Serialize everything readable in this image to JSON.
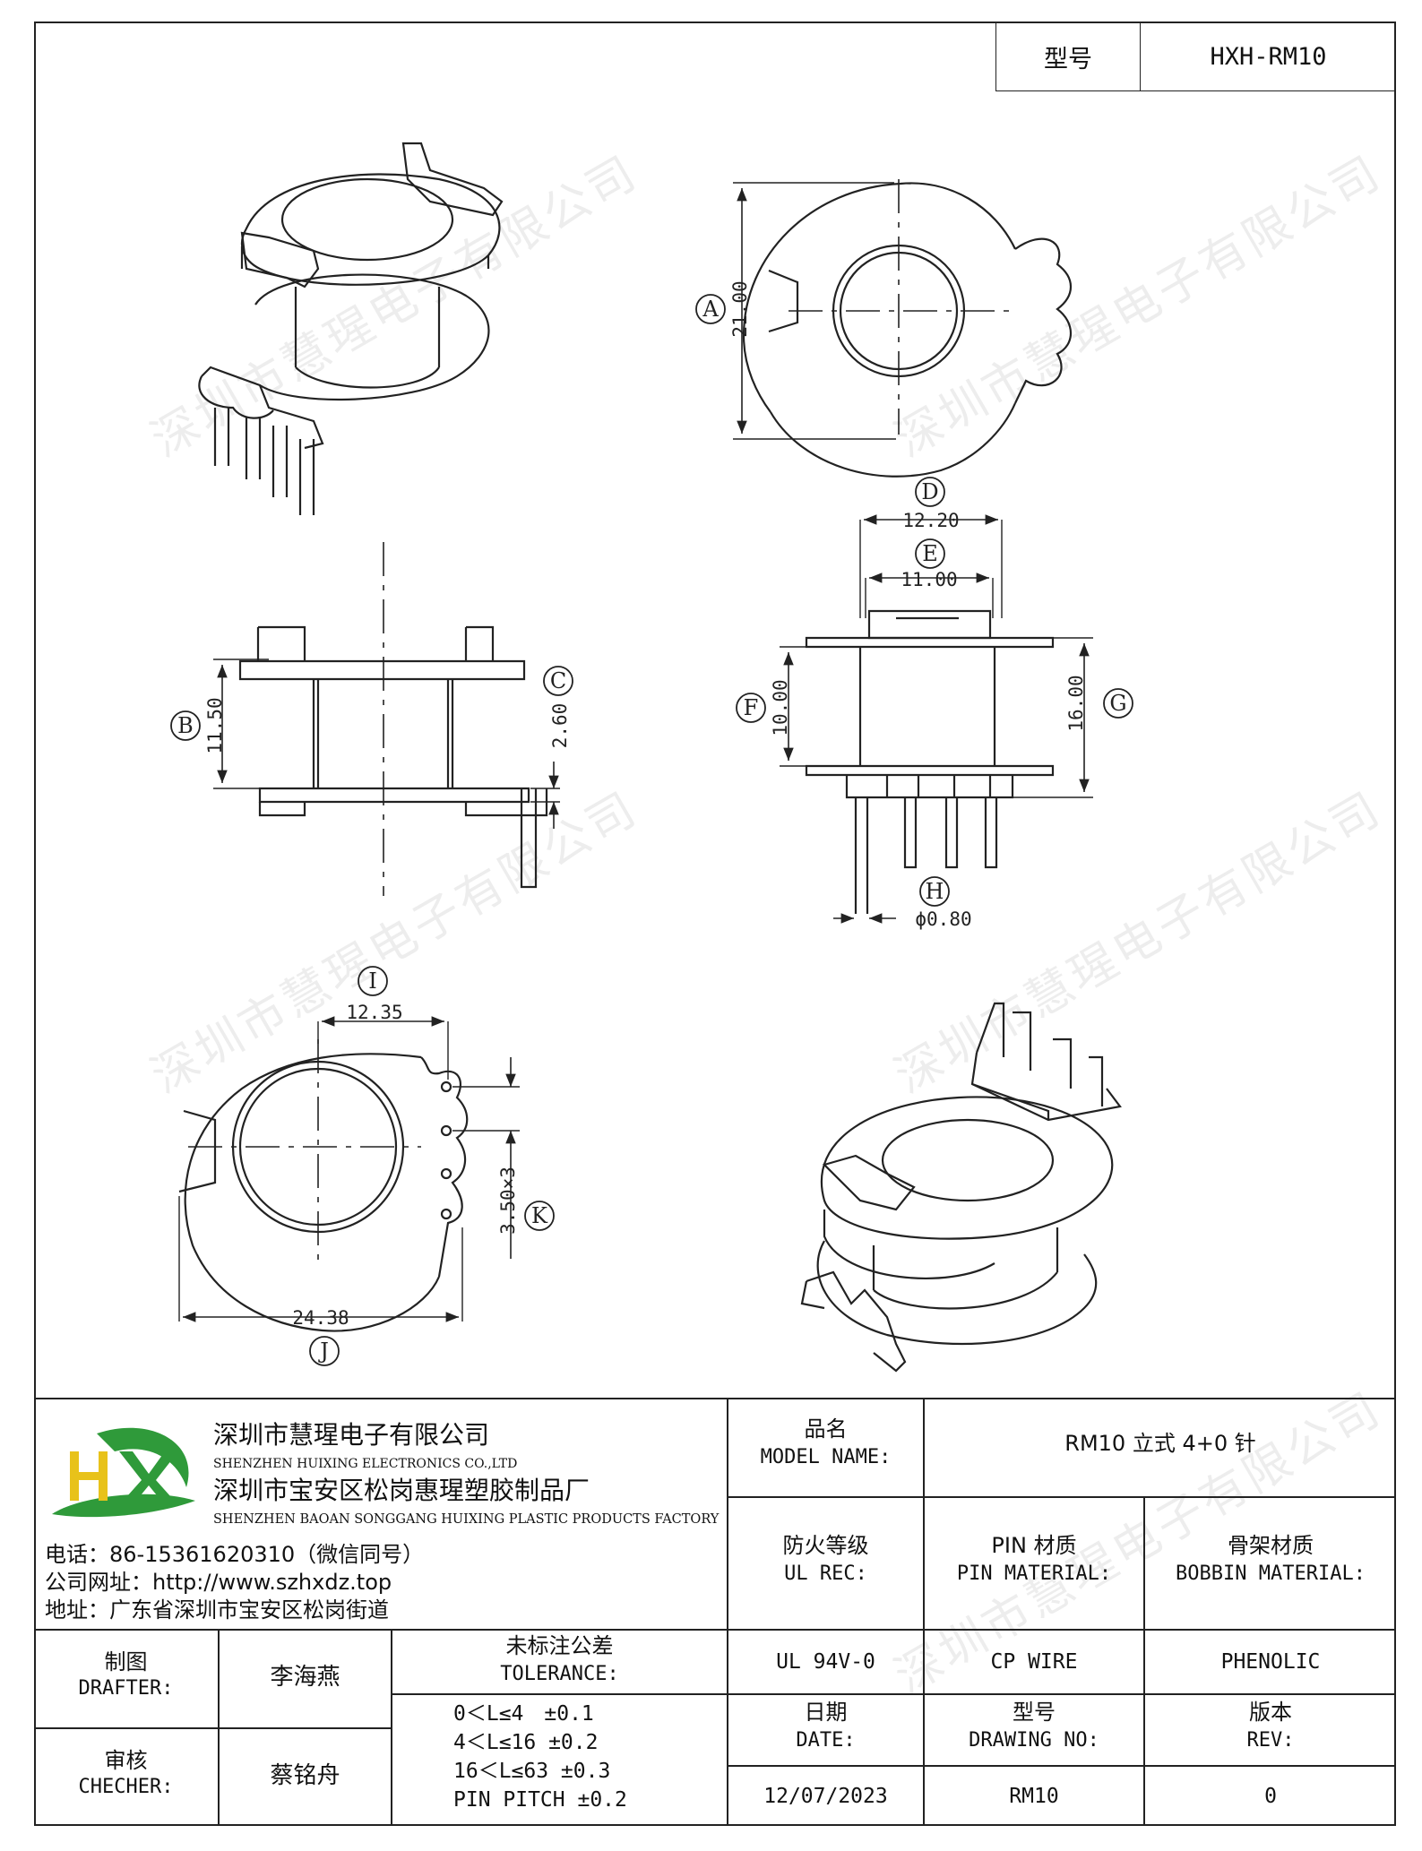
{
  "model_box": {
    "label": "型号",
    "value": "HXH-RM10"
  },
  "dims": {
    "A": {
      "letter": "A",
      "value": "21.00"
    },
    "B": {
      "letter": "B",
      "value": "11.50"
    },
    "C": {
      "letter": "C",
      "value": "2.60"
    },
    "D": {
      "letter": "D",
      "value": "12.20"
    },
    "E": {
      "letter": "E",
      "value": "11.00"
    },
    "F": {
      "letter": "F",
      "value": "10.00"
    },
    "G": {
      "letter": "G",
      "value": "16.00"
    },
    "H": {
      "letter": "H",
      "value": "ϕ0.80"
    },
    "I": {
      "letter": "I",
      "value": "12.35"
    },
    "J": {
      "letter": "J",
      "value": "24.38"
    },
    "K": {
      "letter": "K",
      "value": "3.50×3"
    }
  },
  "watermark": "深圳市慧瑆电子有限公司",
  "company": {
    "name_cn": "深圳市慧瑆电子有限公司",
    "name_en": "SHENZHEN HUIXING ELECTRONICS CO.,LTD",
    "factory_cn": "深圳市宝安区松岗惠瑆塑胶制品厂",
    "factory_en": "SHENZHEN BAOAN SONGGANG HUIXING PLASTIC PRODUCTS FACTORY",
    "phone": "电话：86-15361620310（微信同号）",
    "website": "公司网址：http://www.szhxdz.top",
    "address": "地址：广东省深圳市宝安区松岗街道"
  },
  "title_block": {
    "product_name_label_cn": "品名",
    "product_name_label_en": "MODEL NAME:",
    "product_name": "RM10 立式 4+0 针",
    "ul_label_cn": "防火等级",
    "ul_label_en": "UL REC:",
    "pin_label_cn": "PIN 材质",
    "pin_label_en": "PIN MATERIAL:",
    "bobbin_label_cn": "骨架材质",
    "bobbin_label_en": "BOBBIN MATERIAL:",
    "ul_value": "UL 94V-0",
    "pin_value": "CP WIRE",
    "bobbin_value": "PHENOLIC",
    "drafter_label_cn": "制图",
    "drafter_label_en": "DRAFTER:",
    "drafter": "李海燕",
    "checker_label_cn": "审核",
    "checker_label_en": "CHECHER:",
    "checker": "蔡铭舟",
    "tolerance_label_cn": "未标注公差",
    "tolerance_label_en": "TOLERANCE:",
    "tolerances": [
      "0＜L≤4　±0.1",
      "4＜L≤16 ±0.2",
      "16＜L≤63 ±0.3",
      "PIN PITCH ±0.2"
    ],
    "date_label_cn": "日期",
    "date_label_en": "DATE:",
    "date": "12/07/2023",
    "drawing_no_label_cn": "型号",
    "drawing_no_label_en": "DRAWING NO:",
    "drawing_no": "RM10",
    "rev_label_cn": "版本",
    "rev_label_en": "REV:",
    "rev": "0"
  },
  "colors": {
    "logo_green": "#2f9a3a",
    "logo_yellow": "#e8c21a",
    "logo_blue": "#1f5fa8"
  }
}
